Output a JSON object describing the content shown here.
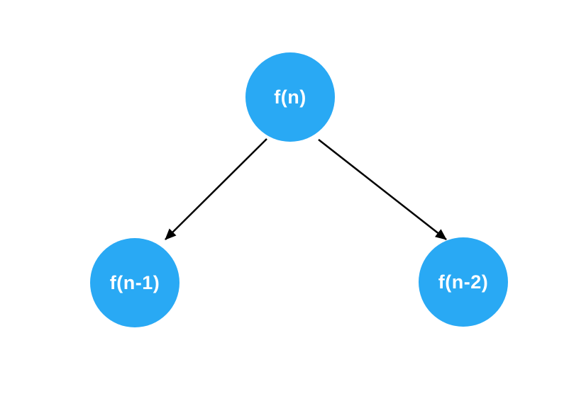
{
  "diagram": {
    "title": "recursion-tree",
    "background_color": "#ffffff",
    "node_fill_color": "#29a9f4",
    "node_text_color": "#ffffff",
    "edge_color": "#000000",
    "nodes": {
      "root": {
        "label": "f(n)"
      },
      "left": {
        "label": "f(n-1)"
      },
      "right": {
        "label": "f(n-2)"
      }
    },
    "edges": [
      {
        "from": "f(n)",
        "to": "f(n-1)"
      },
      {
        "from": "f(n)",
        "to": "f(n-2)"
      }
    ]
  }
}
